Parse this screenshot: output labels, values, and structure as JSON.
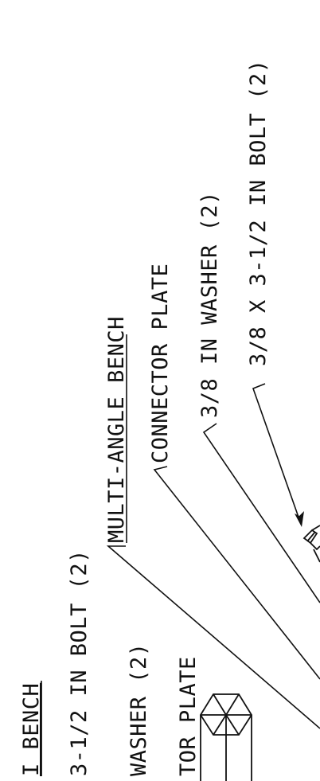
{
  "drawing": {
    "left_labels": {
      "title": "I BENCH",
      "bolt": "3-1/2 IN BOLT (2)",
      "washer": "WASHER (2)",
      "plate": "TOR PLATE"
    },
    "right_labels": {
      "title": "MULTI-ANGLE BENCH",
      "plate": "CONNECTOR PLATE",
      "washer": "3/8 IN WASHER (2)",
      "bolt": "3/8 X 3-1/2 IN BOLT (2)"
    }
  }
}
